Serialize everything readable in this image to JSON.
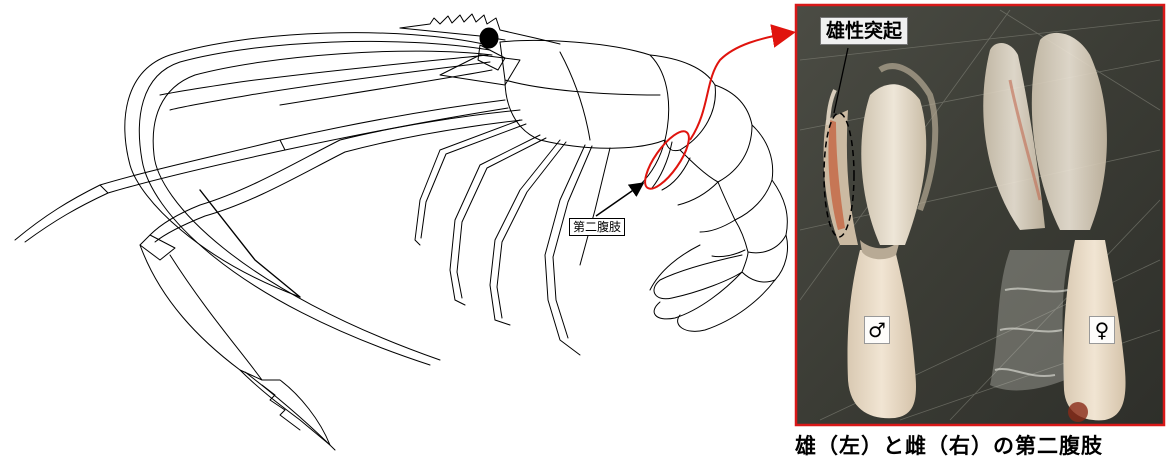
{
  "labels": {
    "pleopod": "第二腹肢",
    "appendix": "雄性突起",
    "male": "♂",
    "female": "♀",
    "caption": "雄（左）と雌（右）の第二腹肢"
  },
  "colors": {
    "line": "#000000",
    "highlight": "#e0140e",
    "photo_frame": "#d81818",
    "photo_background": "#3f4038",
    "appendage": "#e8ddcc"
  },
  "icons": {
    "callout_arrow": "arrow-icon",
    "male_symbol": "male-icon",
    "female_symbol": "female-icon"
  }
}
